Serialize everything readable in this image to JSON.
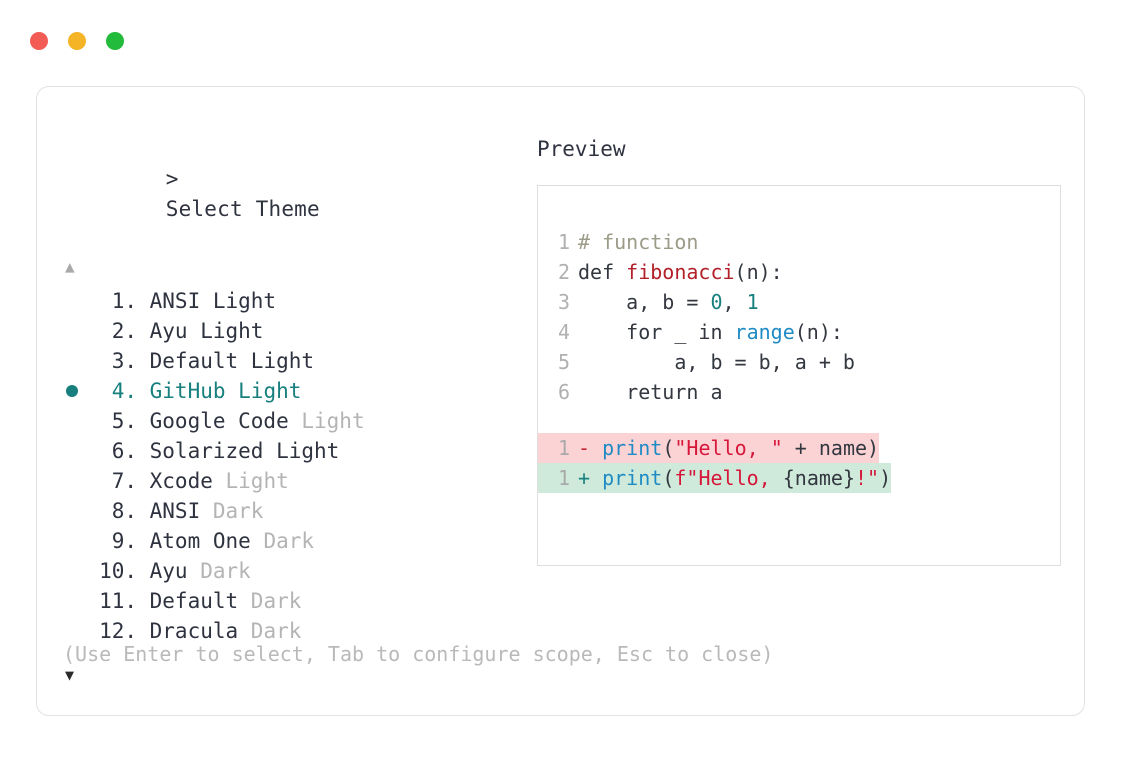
{
  "window": {
    "traffic_lights": [
      {
        "name": "close",
        "color": "#f25c54"
      },
      {
        "name": "minimize",
        "color": "#f4b426"
      },
      {
        "name": "maximize",
        "color": "#22bb3b"
      }
    ]
  },
  "colors": {
    "accent_teal": "#17807e",
    "text": "#2f3340",
    "muted": "#b4b4b4",
    "hint": "#b9b9b9",
    "border": "#e2e2e2",
    "code_border": "#dedede",
    "diff_add_bg": "#cfeada",
    "diff_del_bg": "#fbd3d5",
    "line_number": "#b0b0b0"
  },
  "picker": {
    "prompt_caret": ">",
    "title": "Select Theme",
    "scroll_up_icon": "▲",
    "scroll_down_icon": "▼",
    "selected_index": 4,
    "items": [
      {
        "num": "1.",
        "name": "ANSI",
        "suffix": "Light",
        "suffix_style": "strong",
        "selected": false
      },
      {
        "num": "2.",
        "name": "Ayu",
        "suffix": "Light",
        "suffix_style": "strong",
        "selected": false
      },
      {
        "num": "3.",
        "name": "Default",
        "suffix": "Light",
        "suffix_style": "strong",
        "selected": false
      },
      {
        "num": "4.",
        "name": "GitHub",
        "suffix": "Light",
        "suffix_style": "strong",
        "selected": true
      },
      {
        "num": "5.",
        "name": "Google Code",
        "suffix": "Light",
        "suffix_style": "muted",
        "selected": false
      },
      {
        "num": "6.",
        "name": "Solarized",
        "suffix": "Light",
        "suffix_style": "strong",
        "selected": false
      },
      {
        "num": "7.",
        "name": "Xcode",
        "suffix": "Light",
        "suffix_style": "muted",
        "selected": false
      },
      {
        "num": "8.",
        "name": "ANSI",
        "suffix": "Dark",
        "suffix_style": "muted",
        "selected": false
      },
      {
        "num": "9.",
        "name": "Atom One",
        "suffix": "Dark",
        "suffix_style": "muted",
        "selected": false
      },
      {
        "num": "10.",
        "name": "Ayu",
        "suffix": "Dark",
        "suffix_style": "muted",
        "selected": false
      },
      {
        "num": "11.",
        "name": "Default",
        "suffix": "Dark",
        "suffix_style": "muted",
        "selected": false
      },
      {
        "num": "12.",
        "name": "Dracula",
        "suffix": "Dark",
        "suffix_style": "muted",
        "selected": false
      }
    ],
    "hint": "(Use Enter to select, Tab to configure scope, Esc to close)"
  },
  "preview": {
    "label": "Preview",
    "code_lines": [
      {
        "ln": "1",
        "tokens": [
          {
            "t": "# function",
            "c": "comment"
          }
        ]
      },
      {
        "ln": "2",
        "tokens": [
          {
            "t": "def ",
            "c": "def"
          },
          {
            "t": "fibonacci",
            "c": "fn"
          },
          {
            "t": "(n):",
            "c": "plain"
          }
        ]
      },
      {
        "ln": "3",
        "tokens": [
          {
            "t": "    a, b = ",
            "c": "plain"
          },
          {
            "t": "0",
            "c": "num"
          },
          {
            "t": ", ",
            "c": "plain"
          },
          {
            "t": "1",
            "c": "num"
          }
        ]
      },
      {
        "ln": "4",
        "tokens": [
          {
            "t": "    for _ in ",
            "c": "plain"
          },
          {
            "t": "range",
            "c": "builtin"
          },
          {
            "t": "(n):",
            "c": "plain"
          }
        ]
      },
      {
        "ln": "5",
        "tokens": [
          {
            "t": "        a, b = b, a + b",
            "c": "plain"
          }
        ]
      },
      {
        "ln": "6",
        "tokens": [
          {
            "t": "    return a",
            "c": "plain"
          }
        ]
      }
    ],
    "diff_lines": [
      {
        "ln": "1",
        "kind": "del",
        "sign": "-",
        "tokens": [
          {
            "t": "print",
            "c": "call"
          },
          {
            "t": "(",
            "c": "plain"
          },
          {
            "t": "\"Hello, \"",
            "c": "str"
          },
          {
            "t": " + name)",
            "c": "plain"
          }
        ]
      },
      {
        "ln": "1",
        "kind": "add",
        "sign": "+",
        "tokens": [
          {
            "t": "print",
            "c": "call"
          },
          {
            "t": "(",
            "c": "plain"
          },
          {
            "t": "f\"Hello, ",
            "c": "str"
          },
          {
            "t": "{name}",
            "c": "brace"
          },
          {
            "t": "!\"",
            "c": "str"
          },
          {
            "t": ")",
            "c": "plain"
          }
        ]
      }
    ]
  }
}
